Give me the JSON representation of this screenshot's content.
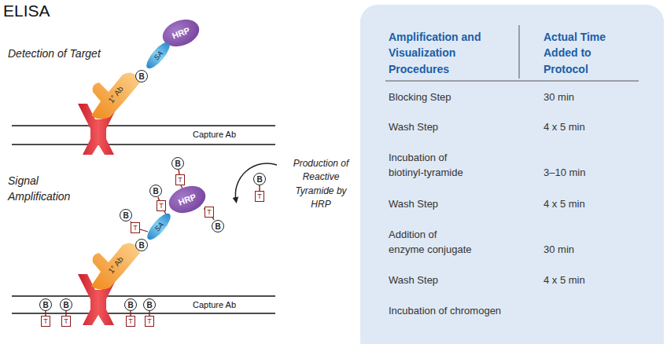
{
  "diagram": {
    "title": "ELISA",
    "nodes": [
      {
        "text": [
          "HRP"
        ]
      },
      {
        "text": [
          "SA"
        ]
      },
      {
        "text": [
          "B"
        ]
      },
      {
        "text": [
          "1° Ab"
        ]
      },
      {
        "text": [
          "B"
        ]
      },
      {
        "text": [
          "T"
        ]
      },
      {
        "text": [
          "B"
        ]
      },
      {
        "text": [
          "T"
        ]
      },
      {
        "text": [
          "HRP"
        ]
      },
      {
        "text": [
          "B"
        ]
      },
      {
        "text": [
          "T"
        ]
      },
      {
        "text": [
          "B"
        ]
      },
      {
        "text": [
          "T"
        ]
      },
      {
        "text": [
          "T"
        ]
      },
      {
        "text": [
          "B"
        ]
      },
      {
        "text": [
          "SA"
        ]
      },
      {
        "text": [
          "B"
        ]
      },
      {
        "text": [
          "1° Ab"
        ]
      },
      {
        "text": [
          "B"
        ]
      },
      {
        "text": [
          "T"
        ]
      },
      {
        "text": [
          "B"
        ]
      },
      {
        "text": [
          "T"
        ]
      },
      {
        "text": [
          "B"
        ]
      },
      {
        "text": [
          "T"
        ]
      },
      {
        "text": [
          "B"
        ]
      },
      {
        "text": [
          "T"
        ]
      }
    ],
    "edges": [
      {
        "from": 4,
        "to": 5,
        "arrow": "none"
      },
      {
        "from": 6,
        "to": 7,
        "arrow": "none"
      },
      {
        "from": 9,
        "to": 10,
        "arrow": "none"
      },
      {
        "from": 11,
        "to": 12,
        "arrow": "none"
      },
      {
        "from": 13,
        "to": 14,
        "arrow": "none"
      },
      {
        "from": 18,
        "to": 19,
        "arrow": "none"
      },
      {
        "from": 20,
        "to": 21,
        "arrow": "none"
      },
      {
        "from": 22,
        "to": 23,
        "arrow": "none"
      },
      {
        "from": 24,
        "to": 25,
        "arrow": "none"
      }
    ],
    "labels": [
      "Detection of Target",
      "Capture Ab",
      "Signal Amplification",
      "Production of Reactive Tyramide by HRP",
      "Capture Ab",
      "Amplification and Visualization Procedures",
      "Actual Time Added to Protocol",
      "Blocking Step",
      "30 min",
      "Wash Step",
      "4 x 5 min",
      "Incubation of biotinyl-tyramide",
      "3–10 min",
      "Wash Step",
      "4 x 5 min",
      "Addition of enzyme conjugate",
      "30 min",
      "Wash Step",
      "4 x 5 min",
      "Incubation of chromogen"
    ]
  }
}
